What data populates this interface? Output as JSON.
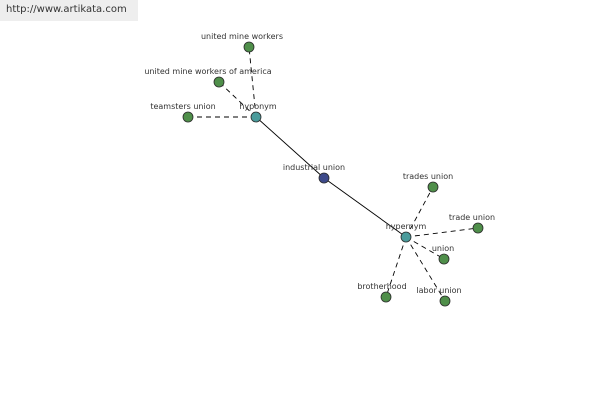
{
  "header": {
    "url": "http://www.artikata.com"
  },
  "graph": {
    "colors": {
      "center": "#3d4a8a",
      "hub": "#4a9b9b",
      "leaf": "#4f8f4a",
      "edge": "#000000"
    },
    "nodes": [
      {
        "id": "industrial-union",
        "label": "industrial union",
        "kind": "center"
      },
      {
        "id": "hyponym",
        "label": "hyponym",
        "kind": "hub"
      },
      {
        "id": "hypernym",
        "label": "hypernym",
        "kind": "hub"
      },
      {
        "id": "united-mine-workers",
        "label": "united mine workers",
        "kind": "leaf"
      },
      {
        "id": "united-mine-workers-of-america",
        "label": "united mine workers of america",
        "kind": "leaf"
      },
      {
        "id": "teamsters-union",
        "label": "teamsters union",
        "kind": "leaf"
      },
      {
        "id": "trades-union",
        "label": "trades union",
        "kind": "leaf"
      },
      {
        "id": "trade-union",
        "label": "trade union",
        "kind": "leaf"
      },
      {
        "id": "union",
        "label": "union",
        "kind": "leaf"
      },
      {
        "id": "labor-union",
        "label": "labor union",
        "kind": "leaf"
      },
      {
        "id": "brotherhood",
        "label": "brotherhood",
        "kind": "leaf"
      }
    ],
    "edges": [
      {
        "from": "industrial-union",
        "to": "hyponym",
        "style": "solid"
      },
      {
        "from": "industrial-union",
        "to": "hypernym",
        "style": "solid"
      },
      {
        "from": "hyponym",
        "to": "united-mine-workers",
        "style": "dashed"
      },
      {
        "from": "hyponym",
        "to": "united-mine-workers-of-america",
        "style": "dashed"
      },
      {
        "from": "hyponym",
        "to": "teamsters-union",
        "style": "dashed"
      },
      {
        "from": "hypernym",
        "to": "trades-union",
        "style": "dashed"
      },
      {
        "from": "hypernym",
        "to": "trade-union",
        "style": "dashed"
      },
      {
        "from": "hypernym",
        "to": "union",
        "style": "dashed"
      },
      {
        "from": "hypernym",
        "to": "labor-union",
        "style": "dashed"
      },
      {
        "from": "hypernym",
        "to": "brotherhood",
        "style": "dashed"
      }
    ]
  }
}
